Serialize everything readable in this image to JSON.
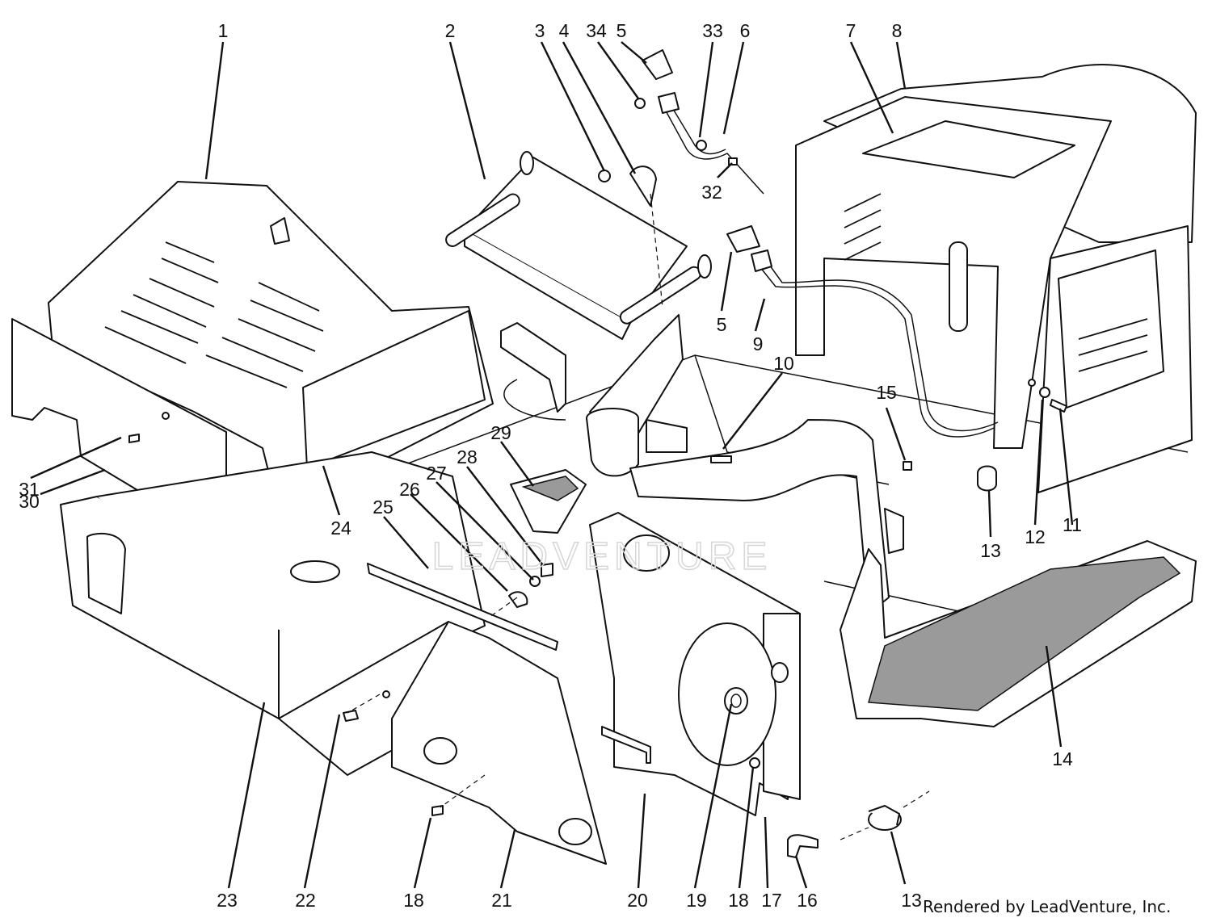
{
  "callouts": {
    "c1": "1",
    "c2": "2",
    "c3": "3",
    "c4": "4",
    "c34": "34",
    "c5a": "5",
    "c33": "33",
    "c6": "6",
    "c7": "7",
    "c8": "8",
    "c32": "32",
    "c5b": "5",
    "c9": "9",
    "c10": "10",
    "c15": "15",
    "c12": "12",
    "c11": "11",
    "c13a": "13",
    "c29": "29",
    "c28": "28",
    "c27": "27",
    "c26": "26",
    "c25": "25",
    "c31": "31",
    "c30": "30",
    "c24": "24",
    "c14": "14",
    "c23": "23",
    "c22": "22",
    "c18a": "18",
    "c21": "21",
    "c20": "20",
    "c19": "19",
    "c18b": "18",
    "c17": "17",
    "c16": "16",
    "c13b": "13"
  },
  "watermark": "LEADVENTURE",
  "credit": "Rendered by LeadVenture, Inc."
}
